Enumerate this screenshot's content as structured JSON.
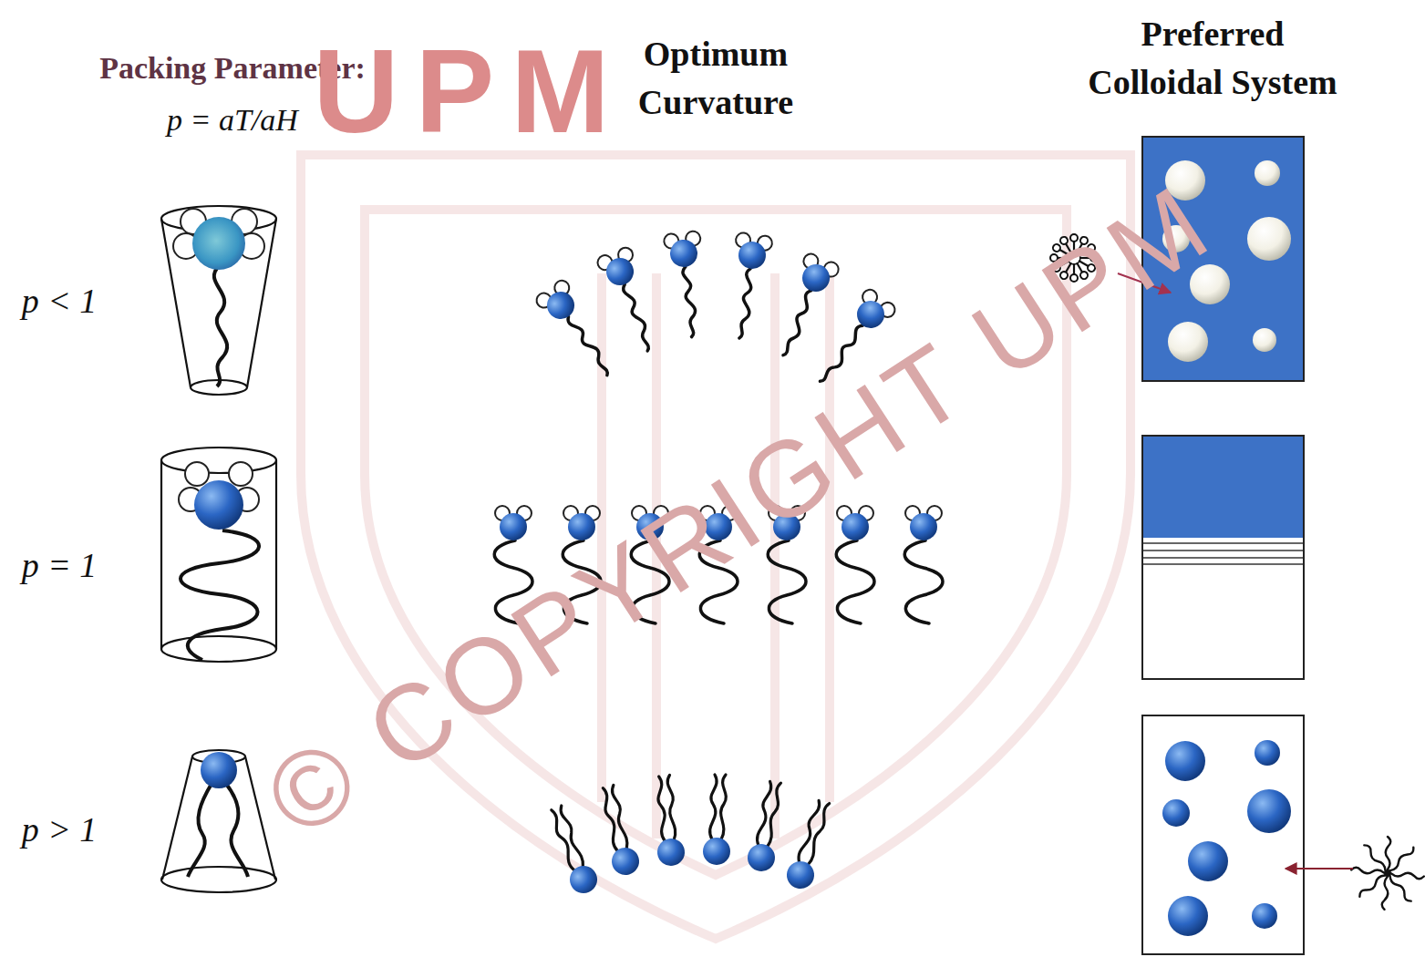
{
  "diagram": {
    "labels": [
      "Packing Parameter:",
      "p = aT/aH",
      "Optimum Curvature",
      "Preferred Colloidal System",
      "p < 1",
      "p = 1",
      "p > 1",
      "UPM",
      "© COPYRIGHT UPM"
    ]
  }
}
